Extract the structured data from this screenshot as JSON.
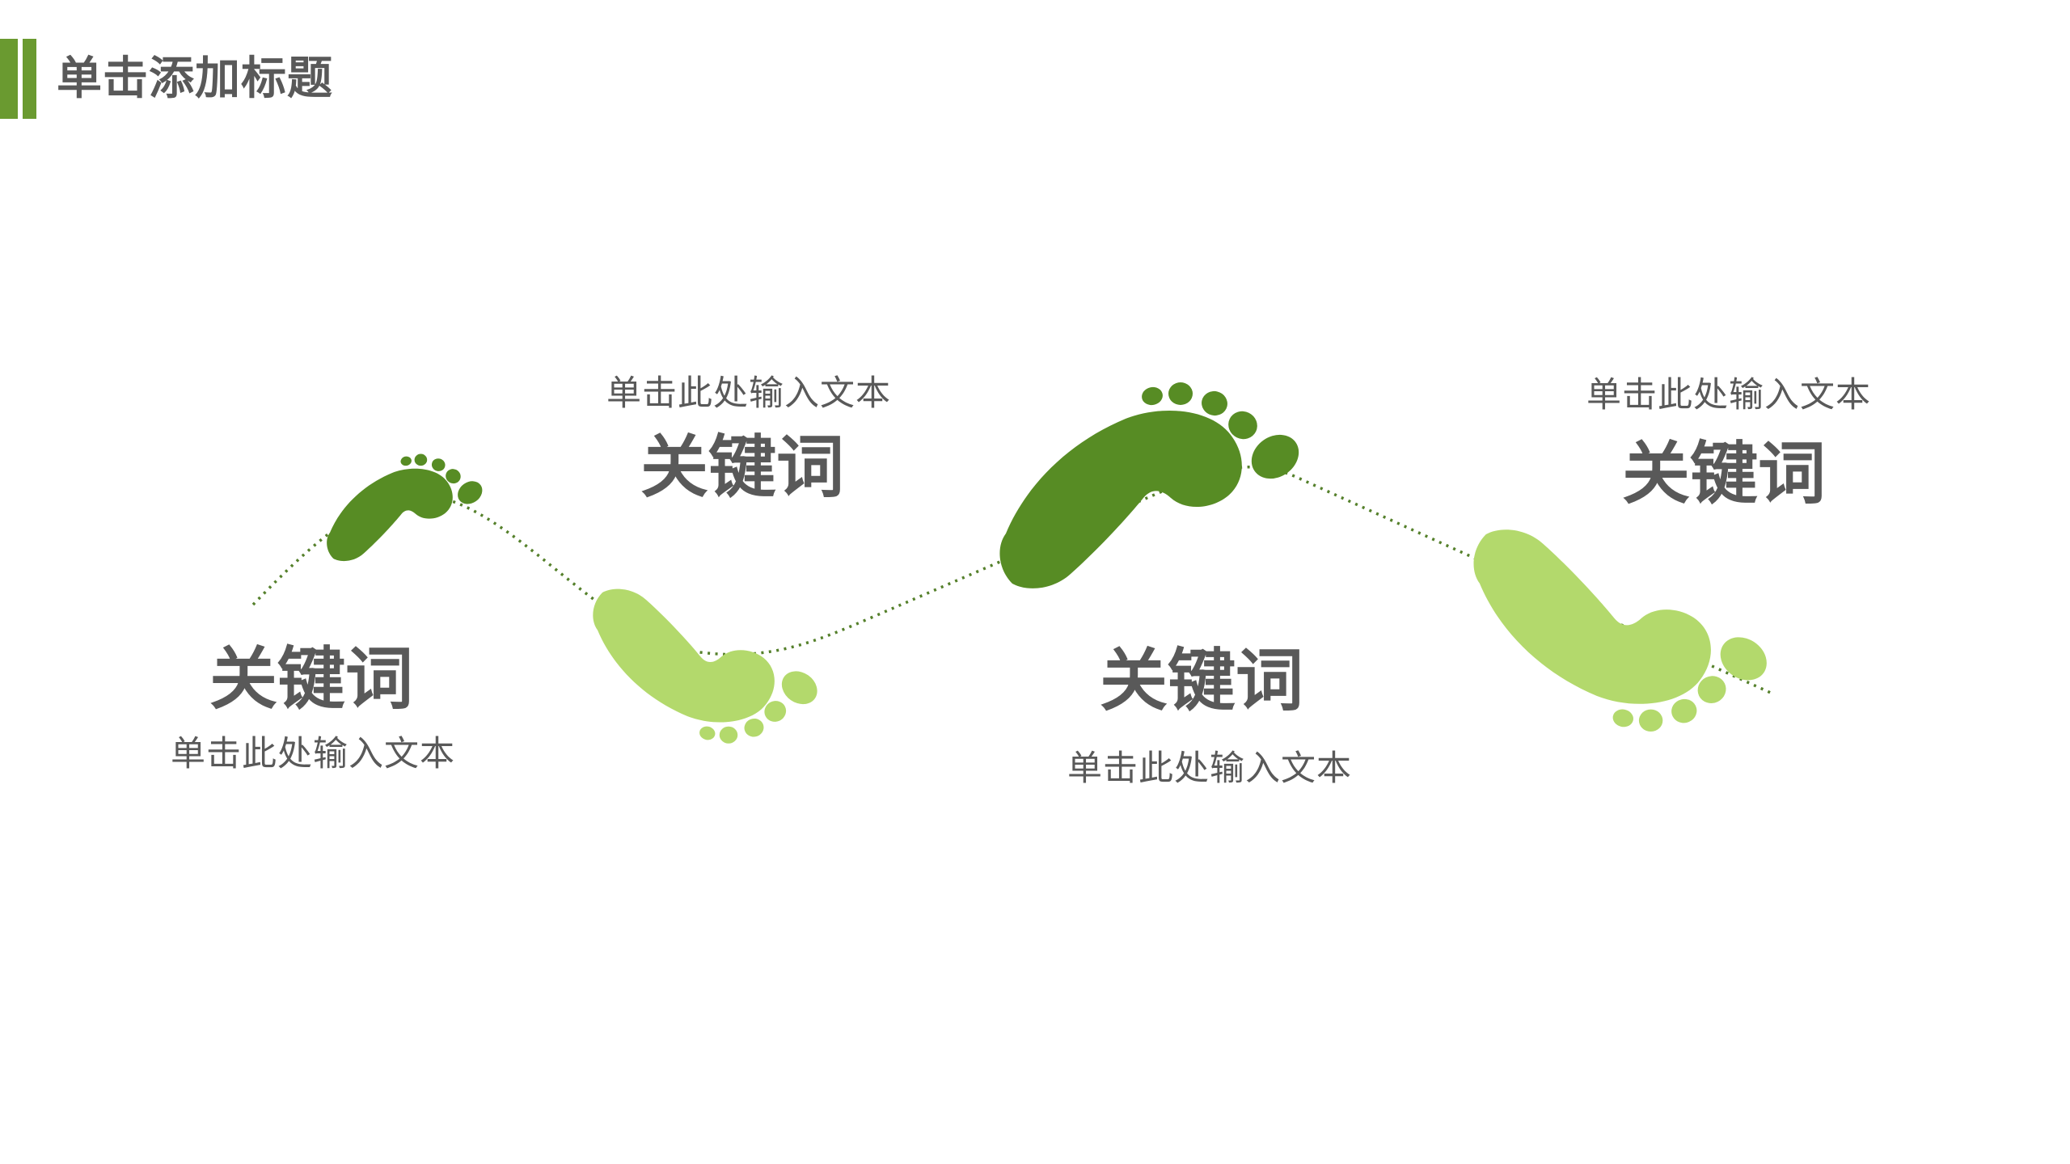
{
  "title": {
    "text": "单击添加标题"
  },
  "steps": [
    {
      "keyword": "关键词",
      "description": "单击此处输入文本",
      "footprint": "dark-green-small-footprint"
    },
    {
      "keyword": "关键词",
      "description": "单击此处输入文本",
      "footprint": "light-green-medium-footprint"
    },
    {
      "keyword": "关键词",
      "description": "单击此处输入文本",
      "footprint": "dark-green-large-footprint"
    },
    {
      "keyword": "关键词",
      "description": "单击此处输入文本",
      "footprint": "light-green-large-footprint"
    }
  ],
  "colors": {
    "dark_green": "#578c24",
    "light_green": "#b3d96c",
    "title_bar_green": "#6a9a30",
    "dotted_line": "#55802b",
    "text_gray": "#595959"
  }
}
